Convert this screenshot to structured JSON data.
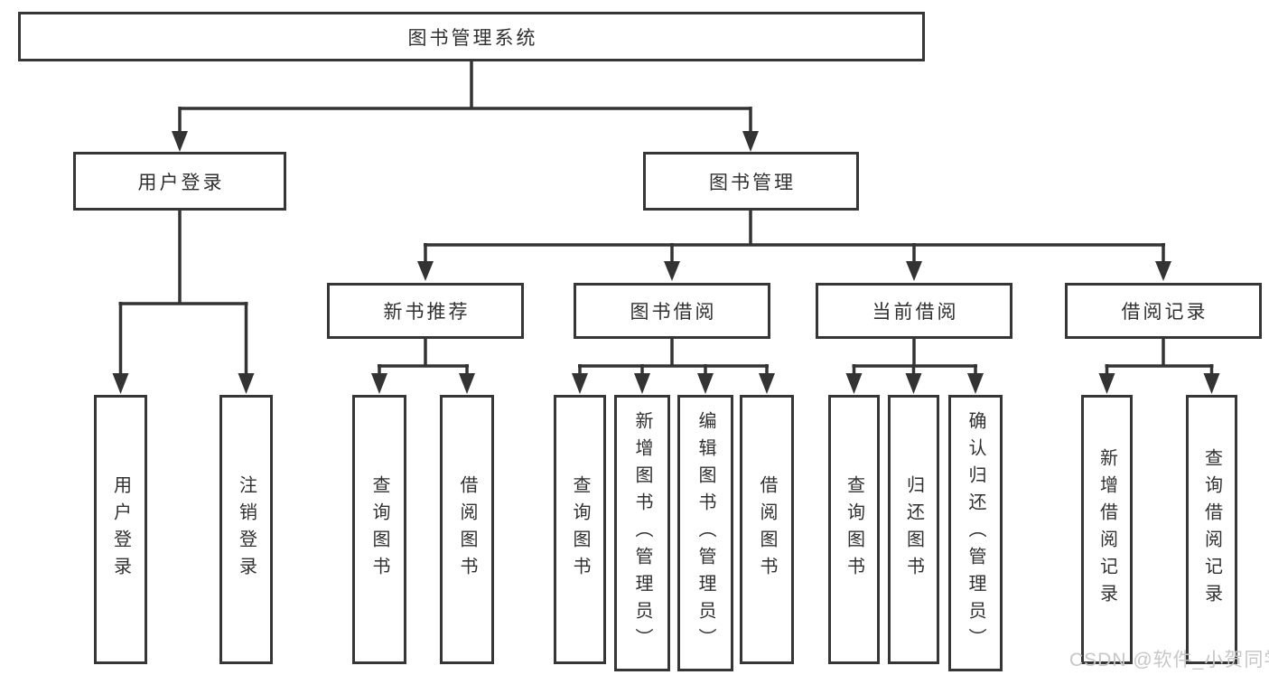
{
  "diagram": {
    "title": "图书管理系统",
    "type": "hierarchy-diagram",
    "colors": {
      "line": "#333333",
      "box_border": "#363636",
      "text": "#303030",
      "watermark": "#c7c7c7",
      "background": "#ffffff"
    },
    "watermark": "CSDN @软件_小贺同学"
  },
  "tree": {
    "label": "图书管理系统",
    "children": [
      {
        "label": "用户登录",
        "children": [
          {
            "label": "用户登录"
          },
          {
            "label": "注销登录"
          }
        ]
      },
      {
        "label": "图书管理",
        "children": [
          {
            "label": "新书推荐",
            "children": [
              {
                "label": "查询图书"
              },
              {
                "label": "借阅图书"
              }
            ]
          },
          {
            "label": "图书借阅",
            "children": [
              {
                "label": "查询图书"
              },
              {
                "label": "新增图书（管理员）"
              },
              {
                "label": "编辑图书（管理员）"
              },
              {
                "label": "借阅图书"
              }
            ]
          },
          {
            "label": "当前借阅",
            "children": [
              {
                "label": "查询图书"
              },
              {
                "label": "归还图书"
              },
              {
                "label": "确认归还（管理员）"
              }
            ]
          },
          {
            "label": "借阅记录",
            "children": [
              {
                "label": "新增借阅记录"
              },
              {
                "label": "查询借阅记录"
              }
            ]
          }
        ]
      }
    ]
  }
}
